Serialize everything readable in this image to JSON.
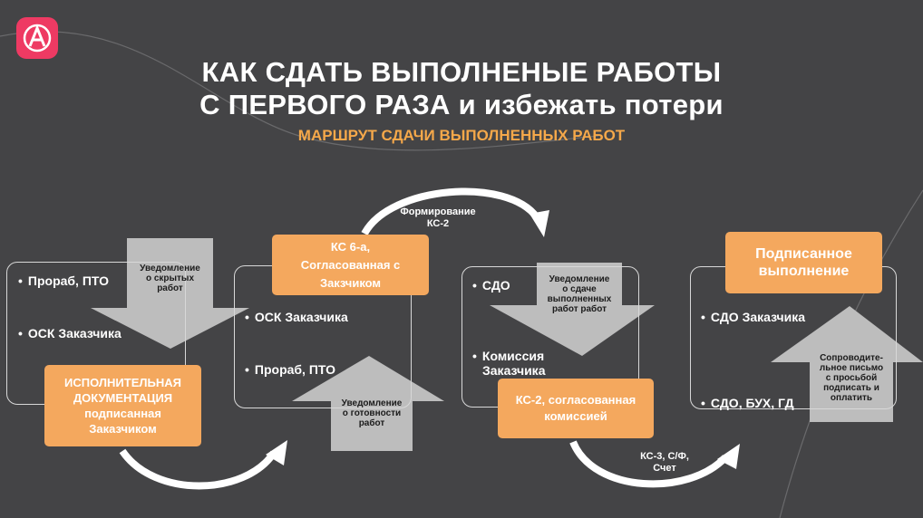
{
  "header": {
    "title_line1": "КАК СДАТЬ ВЫПОЛНЕНЫЕ РАБОТЫ",
    "title_line2": "С ПЕРВОГО РАЗА и избежать потери",
    "subtitle": "МАРШРУТ СДАЧИ ВЫПОЛНЕННЫХ РАБОТ"
  },
  "colors": {
    "background": "#444446",
    "accent_orange": "#f4a85e",
    "subtitle_orange": "#f5a84a",
    "logo_pink": "#ee3a63",
    "arrow_gray": "#bdbdbd"
  },
  "stages": [
    {
      "items": [
        "Прораб, ПТО",
        "ОСК Заказчика"
      ],
      "box_lines": [
        "ИСПОЛНИТЕЛЬНАЯ",
        "ДОКУМЕНТАЦИЯ",
        "подписанная",
        "Заказчиком"
      ],
      "arrow_label_lines": [
        "Уведомление",
        "о скрытых",
        "работ"
      ]
    },
    {
      "box_lines": [
        "КС 6-а,",
        "Согласованная с",
        "Закзчиком"
      ],
      "items": [
        "ОСК Заказчика",
        "Прораб, ПТО"
      ],
      "arrow_label_lines": [
        "Уведомление",
        "о готовности",
        "работ"
      ]
    },
    {
      "items": [
        "СДО",
        "Комиссия",
        "Заказчика"
      ],
      "box_lines": [
        "КС-2, согласованная",
        "комиссией"
      ],
      "arrow_label_lines": [
        "Уведомление",
        "о сдаче",
        "выполненных",
        "работ работ"
      ]
    },
    {
      "box_lines": [
        "Подписанное",
        "выполнение"
      ],
      "items": [
        "СДО Заказчика",
        "СДО, БУХ, ГД"
      ],
      "arrow_label_lines": [
        "Сопроводите-",
        "льное письмо",
        "с просьбой",
        "подписать и",
        "оплатить"
      ]
    }
  ],
  "transitions": {
    "top_curve_lines": [
      "Формирование",
      "КС-2"
    ],
    "bottom_curve_lines": [
      "КС-3, С/Ф,",
      "Счет"
    ]
  }
}
